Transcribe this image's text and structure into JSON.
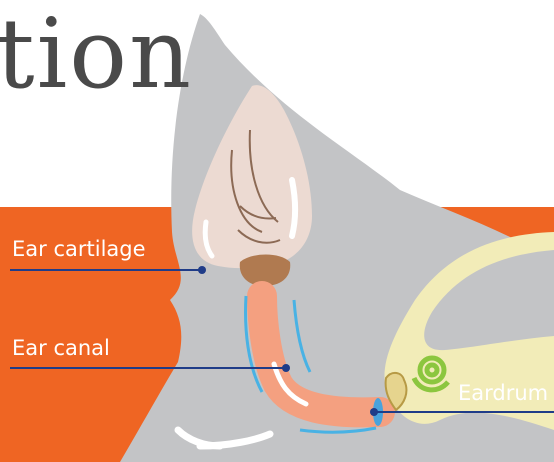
{
  "title_fragment": "tion",
  "labels": {
    "ear_cartilage": "Ear cartilage",
    "ear_canal": "Ear canal",
    "eardrum": "Eardrum"
  },
  "colors": {
    "banner": "#ef6523",
    "head": "#c3c4c6",
    "ear_skin": "#ecdad2",
    "canal": "#f4a080",
    "cartilage_outline": "#49b2e4",
    "skull": "#f2ecb8",
    "inner_ear": "#8cc63f",
    "leader_line": "#1f3c88"
  }
}
